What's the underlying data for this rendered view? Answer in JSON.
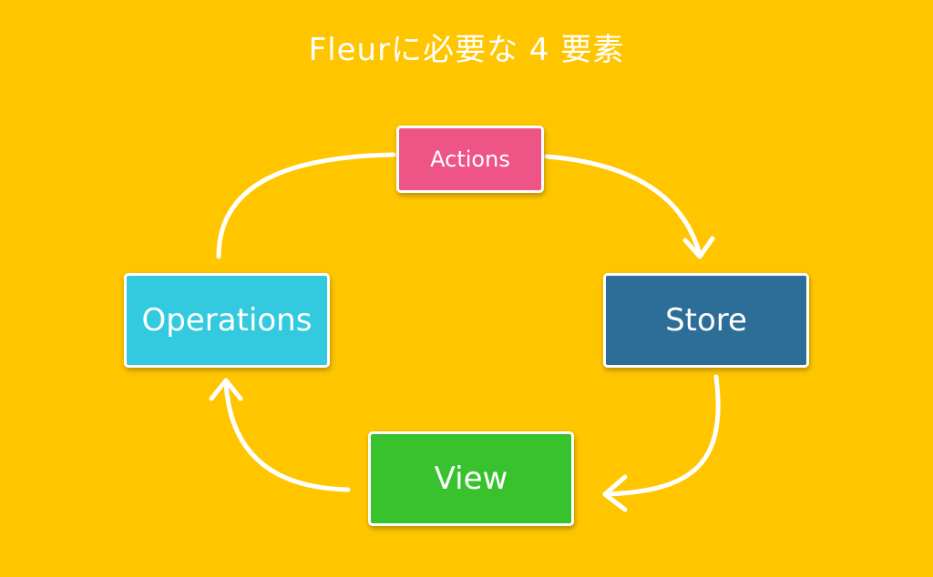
{
  "title": "Fleurに必要な 4 要素",
  "colors": {
    "background": "#FFC600",
    "arrow": "#FFFFFF",
    "border": "#FFFFFF"
  },
  "nodes": {
    "actions": {
      "label": "Actions",
      "color": "#EE5586"
    },
    "store": {
      "label": "Store",
      "color": "#2C6E97"
    },
    "view": {
      "label": "View",
      "color": "#37C22E"
    },
    "operations": {
      "label": "Operations",
      "color": "#33CADF"
    }
  },
  "flow": [
    "Actions",
    "Store",
    "View",
    "Operations"
  ]
}
